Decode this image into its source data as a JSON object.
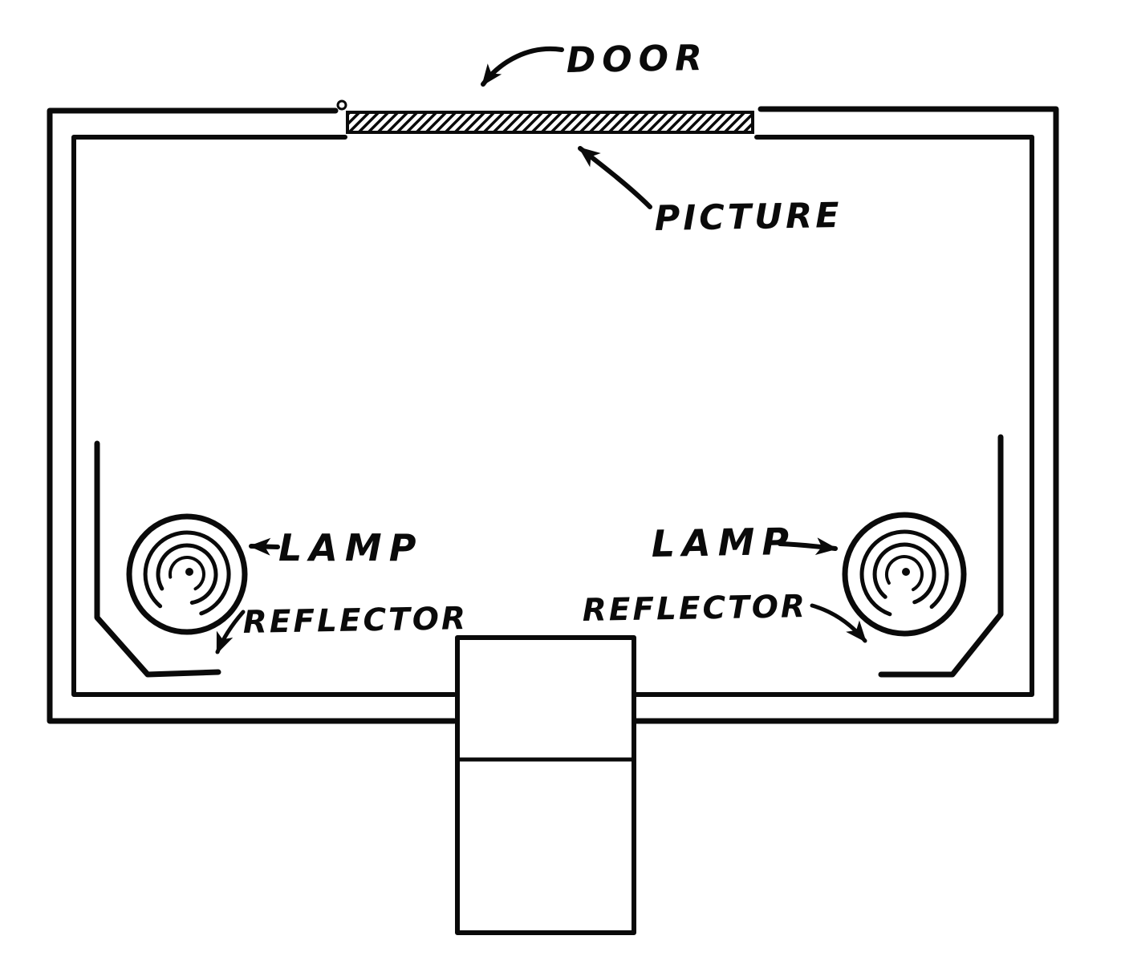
{
  "diagram": {
    "labels": {
      "door": "DOOR",
      "picture": "PICTURE",
      "lamp_left": "LAMP",
      "lamp_right": "LAMP",
      "reflector_left": "REFLECTOR",
      "reflector_right": "REFLECTOR"
    },
    "colors": {
      "ink": "#0a0a0a",
      "paper": "#ffffff"
    }
  }
}
